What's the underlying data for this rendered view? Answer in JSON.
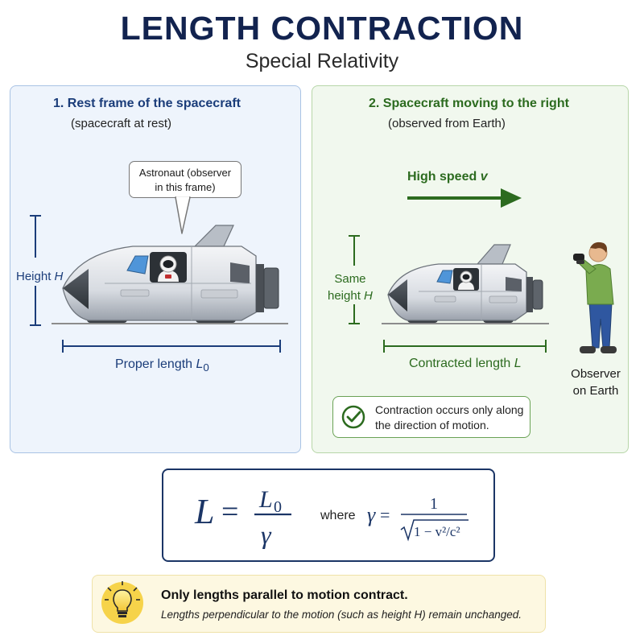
{
  "header": {
    "title": "LENGTH CONTRACTION",
    "subtitle": "Special Relativity"
  },
  "rest_panel": {
    "heading": "1. Rest frame of the spacecraft",
    "subheading": "(spacecraft at rest)",
    "callout_line1": "Astronaut (observer",
    "callout_line2": "in this frame)",
    "height_text": "Height ",
    "height_symbol": "H",
    "length_text": "Proper length ",
    "length_symbol": "L",
    "length_subscript": "0"
  },
  "moving_panel": {
    "heading": "2. Spacecraft moving to the right",
    "subheading": "(observed from Earth)",
    "speed_text": "High speed ",
    "speed_symbol": "v",
    "height_line1": "Same",
    "height_text": "height ",
    "height_symbol": "H",
    "length_text": "Contracted length ",
    "length_symbol": "L",
    "note_line1": "Contraction occurs only along",
    "note_line2": "the direction of motion."
  },
  "observer": {
    "line1": "Observer",
    "line2": "on Earth"
  },
  "formula": {
    "lhs": "L",
    "equals": "=",
    "numerator": "L",
    "numerator_sub": "0",
    "denominator": "γ",
    "where": "where",
    "gamma": "γ",
    "gamma_equals": "=",
    "gamma_numerator": "1",
    "gamma_denominator": "1 − v²/c²"
  },
  "tip": {
    "bold": "Only lengths parallel to motion contract.",
    "italic_part1": "Lengths perpendicular to the motion (such as height ",
    "italic_symbol": "H",
    "italic_part2": ") remain unchanged."
  },
  "colors": {
    "title": "#12234f",
    "rest_accent": "#1b3d7a",
    "moving_accent": "#2c6b1f",
    "tip_background": "#fdf8e1"
  },
  "icons": [
    "checkmark-circle-icon",
    "lightbulb-icon",
    "right-arrow-icon",
    "spacecraft-illustration",
    "astronaut-illustration",
    "observer-with-binoculars-illustration"
  ]
}
